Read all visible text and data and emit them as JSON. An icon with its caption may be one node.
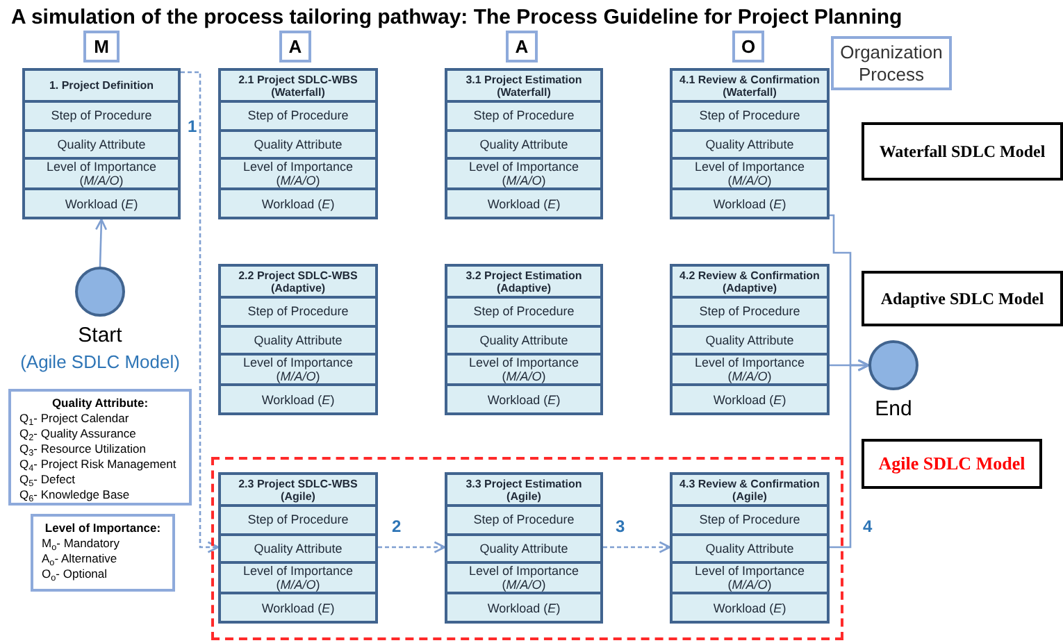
{
  "diagram": {
    "title": "A simulation of the process tailoring pathway: The Process Guideline for Project Planning",
    "nodes": [
      {
        "text": [
          "M"
        ]
      },
      {
        "text": [
          "A"
        ]
      },
      {
        "text": [
          "A"
        ]
      },
      {
        "text": [
          "O"
        ]
      },
      {
        "text": [
          "Organization Process"
        ]
      },
      {
        "text": [
          "1. Project Definition",
          "Step of Procedure",
          "Quality Attribute",
          "Level of Importance (*M/A/O*)",
          "Workload (*E*)"
        ]
      },
      {
        "text": [
          "2.1 Project SDLC-WBS (Waterfall)",
          "Step of Procedure",
          "Quality Attribute",
          "Level of Importance (*M/A/O*)",
          "Workload (*E*)"
        ]
      },
      {
        "text": [
          "3.1 Project Estimation (Waterfall)",
          "Step of Procedure",
          "Quality Attribute",
          "Level of Importance (*M/A/O*)",
          "Workload (*E*)"
        ]
      },
      {
        "text": [
          "4.1 Review & Confirmation (Waterfall)",
          "Step of Procedure",
          "Quality Attribute",
          "Level of Importance (*M/A/O*)",
          "Workload (*E*)"
        ]
      },
      {
        "text": [
          "2.2 Project SDLC-WBS (Adaptive)",
          "Step of Procedure",
          "Quality Attribute",
          "Level of Importance (*M/A/O*)",
          "Workload (*E*)"
        ]
      },
      {
        "text": [
          "3.2 Project Estimation (Adaptive)",
          "Step of Procedure",
          "Quality Attribute",
          "Level of Importance (*M/A/O*)",
          "Workload (*E*)"
        ]
      },
      {
        "text": [
          "4.2 Review & Confirmation (Adaptive)",
          "Step of Procedure",
          "Quality Attribute",
          "Level of Importance (*M/A/O*)",
          "Workload (*E*)"
        ]
      },
      {
        "text": [],
        "shape": "box"
      },
      {
        "text": [
          "2.3 Project SDLC-WBS (Agile)",
          "Step of Procedure",
          "Quality Attribute",
          "Level of Importance (*M/A/O*)",
          "Workload (*E*)"
        ],
        "in": 12
      },
      {
        "text": [
          "3.3 Project Estimation (Agile)",
          "Step of Procedure",
          "Quality Attribute",
          "Level of Importance (*M/A/O*)",
          "Workload (*E*)"
        ],
        "in": 12
      },
      {
        "text": [
          "4.3 Review & Confirmation (Agile)",
          "Step of Procedure",
          "Quality Attribute",
          "Level of Importance (*M/A/O*)",
          "Workload (*E*)"
        ],
        "in": 12
      },
      {
        "text": [],
        "shape": "circle",
        "beside": [
          "Start",
          "(Agile SDLC Model)"
        ]
      },
      {
        "text": [],
        "shape": "circle",
        "beside": [
          "End"
        ]
      },
      {
        "text": [
          "Waterfall SDLC Model"
        ]
      },
      {
        "text": [
          "Adaptive SDLC Model"
        ]
      },
      {
        "text": [
          "Agile SDLC Model"
        ]
      },
      {
        "text": [
          "Quality Attribute:",
          "Q$_{1}$- Project Calendar",
          "Q$_{2}$- Quality Assurance",
          "Q$_{3}$- Resource Utilization",
          "Q$_{4}$- Project Risk Management",
          "Q$_{5}$- Defect",
          "Q$_{6}$- Knowledge Base"
        ]
      },
      {
        "text": [
          "Level of Importance:",
          "M$_{o}$- Mandatory",
          "A$_{o}$- Alternative",
          "O$_{o}$- Optional"
        ]
      }
    ],
    "edges": [
      {
        "from": 16,
        "to": 5,
        "arrow": "to"
      },
      {
        "from": 5,
        "to": 13,
        "arrow": "to",
        "label": "1",
        "style": "dashed"
      },
      {
        "from": 13,
        "to": 14,
        "arrow": "to",
        "label": "2",
        "style": "dashed"
      },
      {
        "from": 14,
        "to": 15,
        "arrow": "to",
        "label": "3",
        "style": "dashed"
      },
      {
        "from": 15,
        "to": 17,
        "arrow": "to",
        "label": "4"
      },
      {
        "from": 8,
        "to": 17,
        "arrow": "to"
      },
      {
        "from": 11,
        "to": 17,
        "arrow": "to"
      }
    ]
  }
}
